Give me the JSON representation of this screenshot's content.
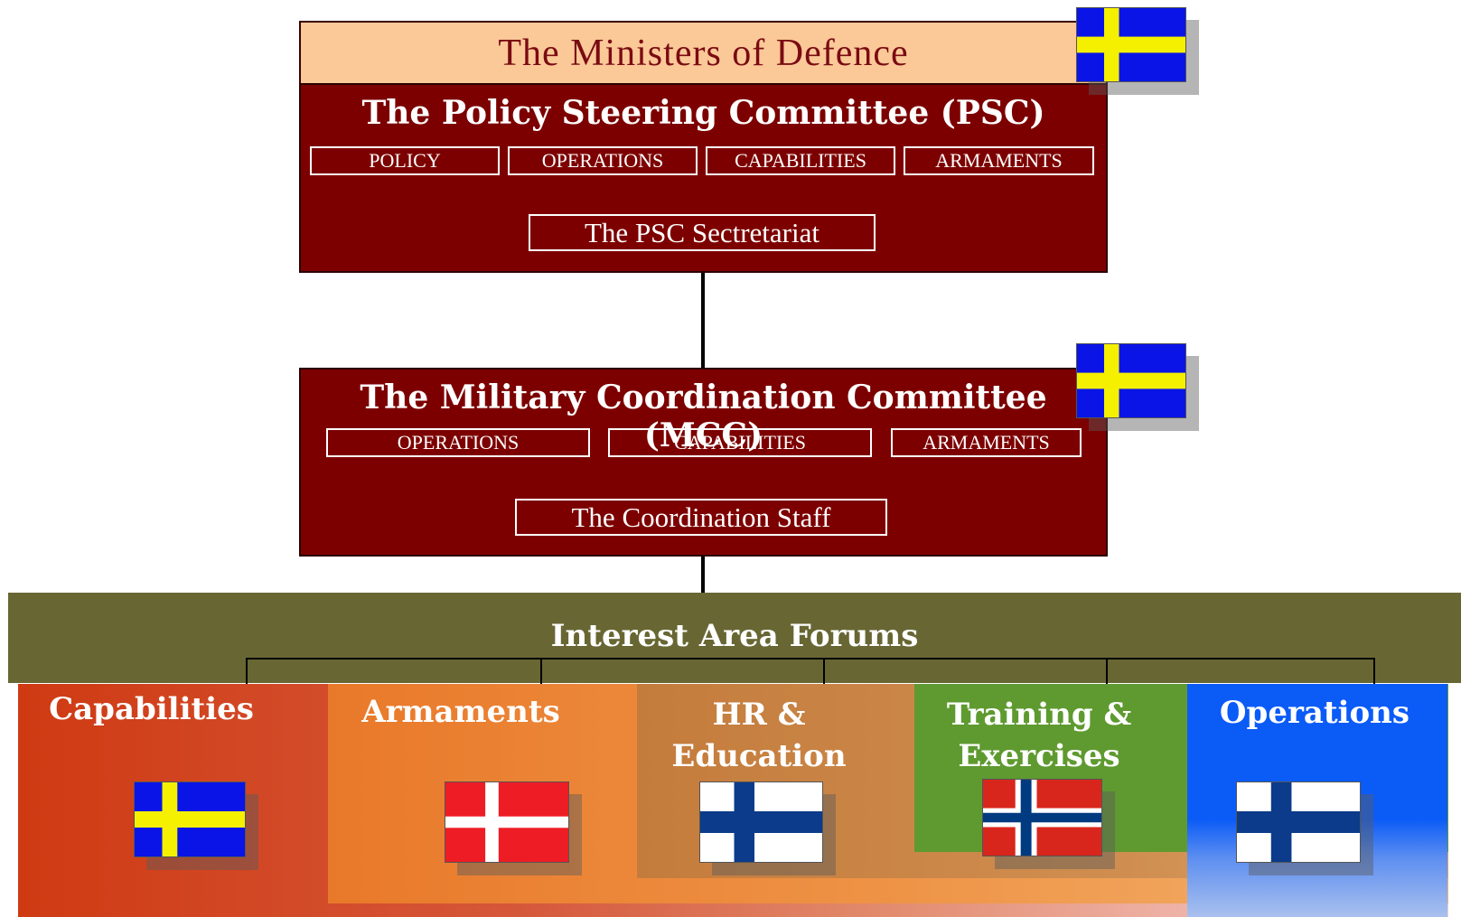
{
  "ministers": {
    "title": "The Ministers of Defence"
  },
  "psc": {
    "title": "The Policy Steering Committee (PSC)",
    "areas": [
      "POLICY",
      "OPERATIONS",
      "CAPABILITIES",
      "ARMAMENTS"
    ],
    "secretariat": "The PSC Sectretariat",
    "flag": "sweden-flag"
  },
  "mcc": {
    "title": "The Military Coordination Committee (MCC)",
    "areas": [
      "OPERATIONS",
      "CAPABILITIES",
      "ARMAMENTS"
    ],
    "staff": "The Coordination Staff",
    "flag": "sweden-flag"
  },
  "forums": {
    "title": "Interest Area Forums",
    "items": [
      {
        "label": "Capabilities",
        "flag": "sweden-flag",
        "color": "#d23a12"
      },
      {
        "label": "Armaments",
        "flag": "denmark-flag",
        "color": "#eb7f2b"
      },
      {
        "label": "HR & Education",
        "flag": "finland-flag",
        "color": "#c4803c"
      },
      {
        "label": "Training & Exercises",
        "flag": "norway-flag",
        "color": "#5e9a2f"
      },
      {
        "label": "Operations",
        "flag": "finland-flag",
        "color": "#0a5cf5"
      }
    ]
  },
  "colors": {
    "ministers_bg": "#fbc898",
    "committee_bg": "#7d0000",
    "forums_bg": "#686734"
  }
}
